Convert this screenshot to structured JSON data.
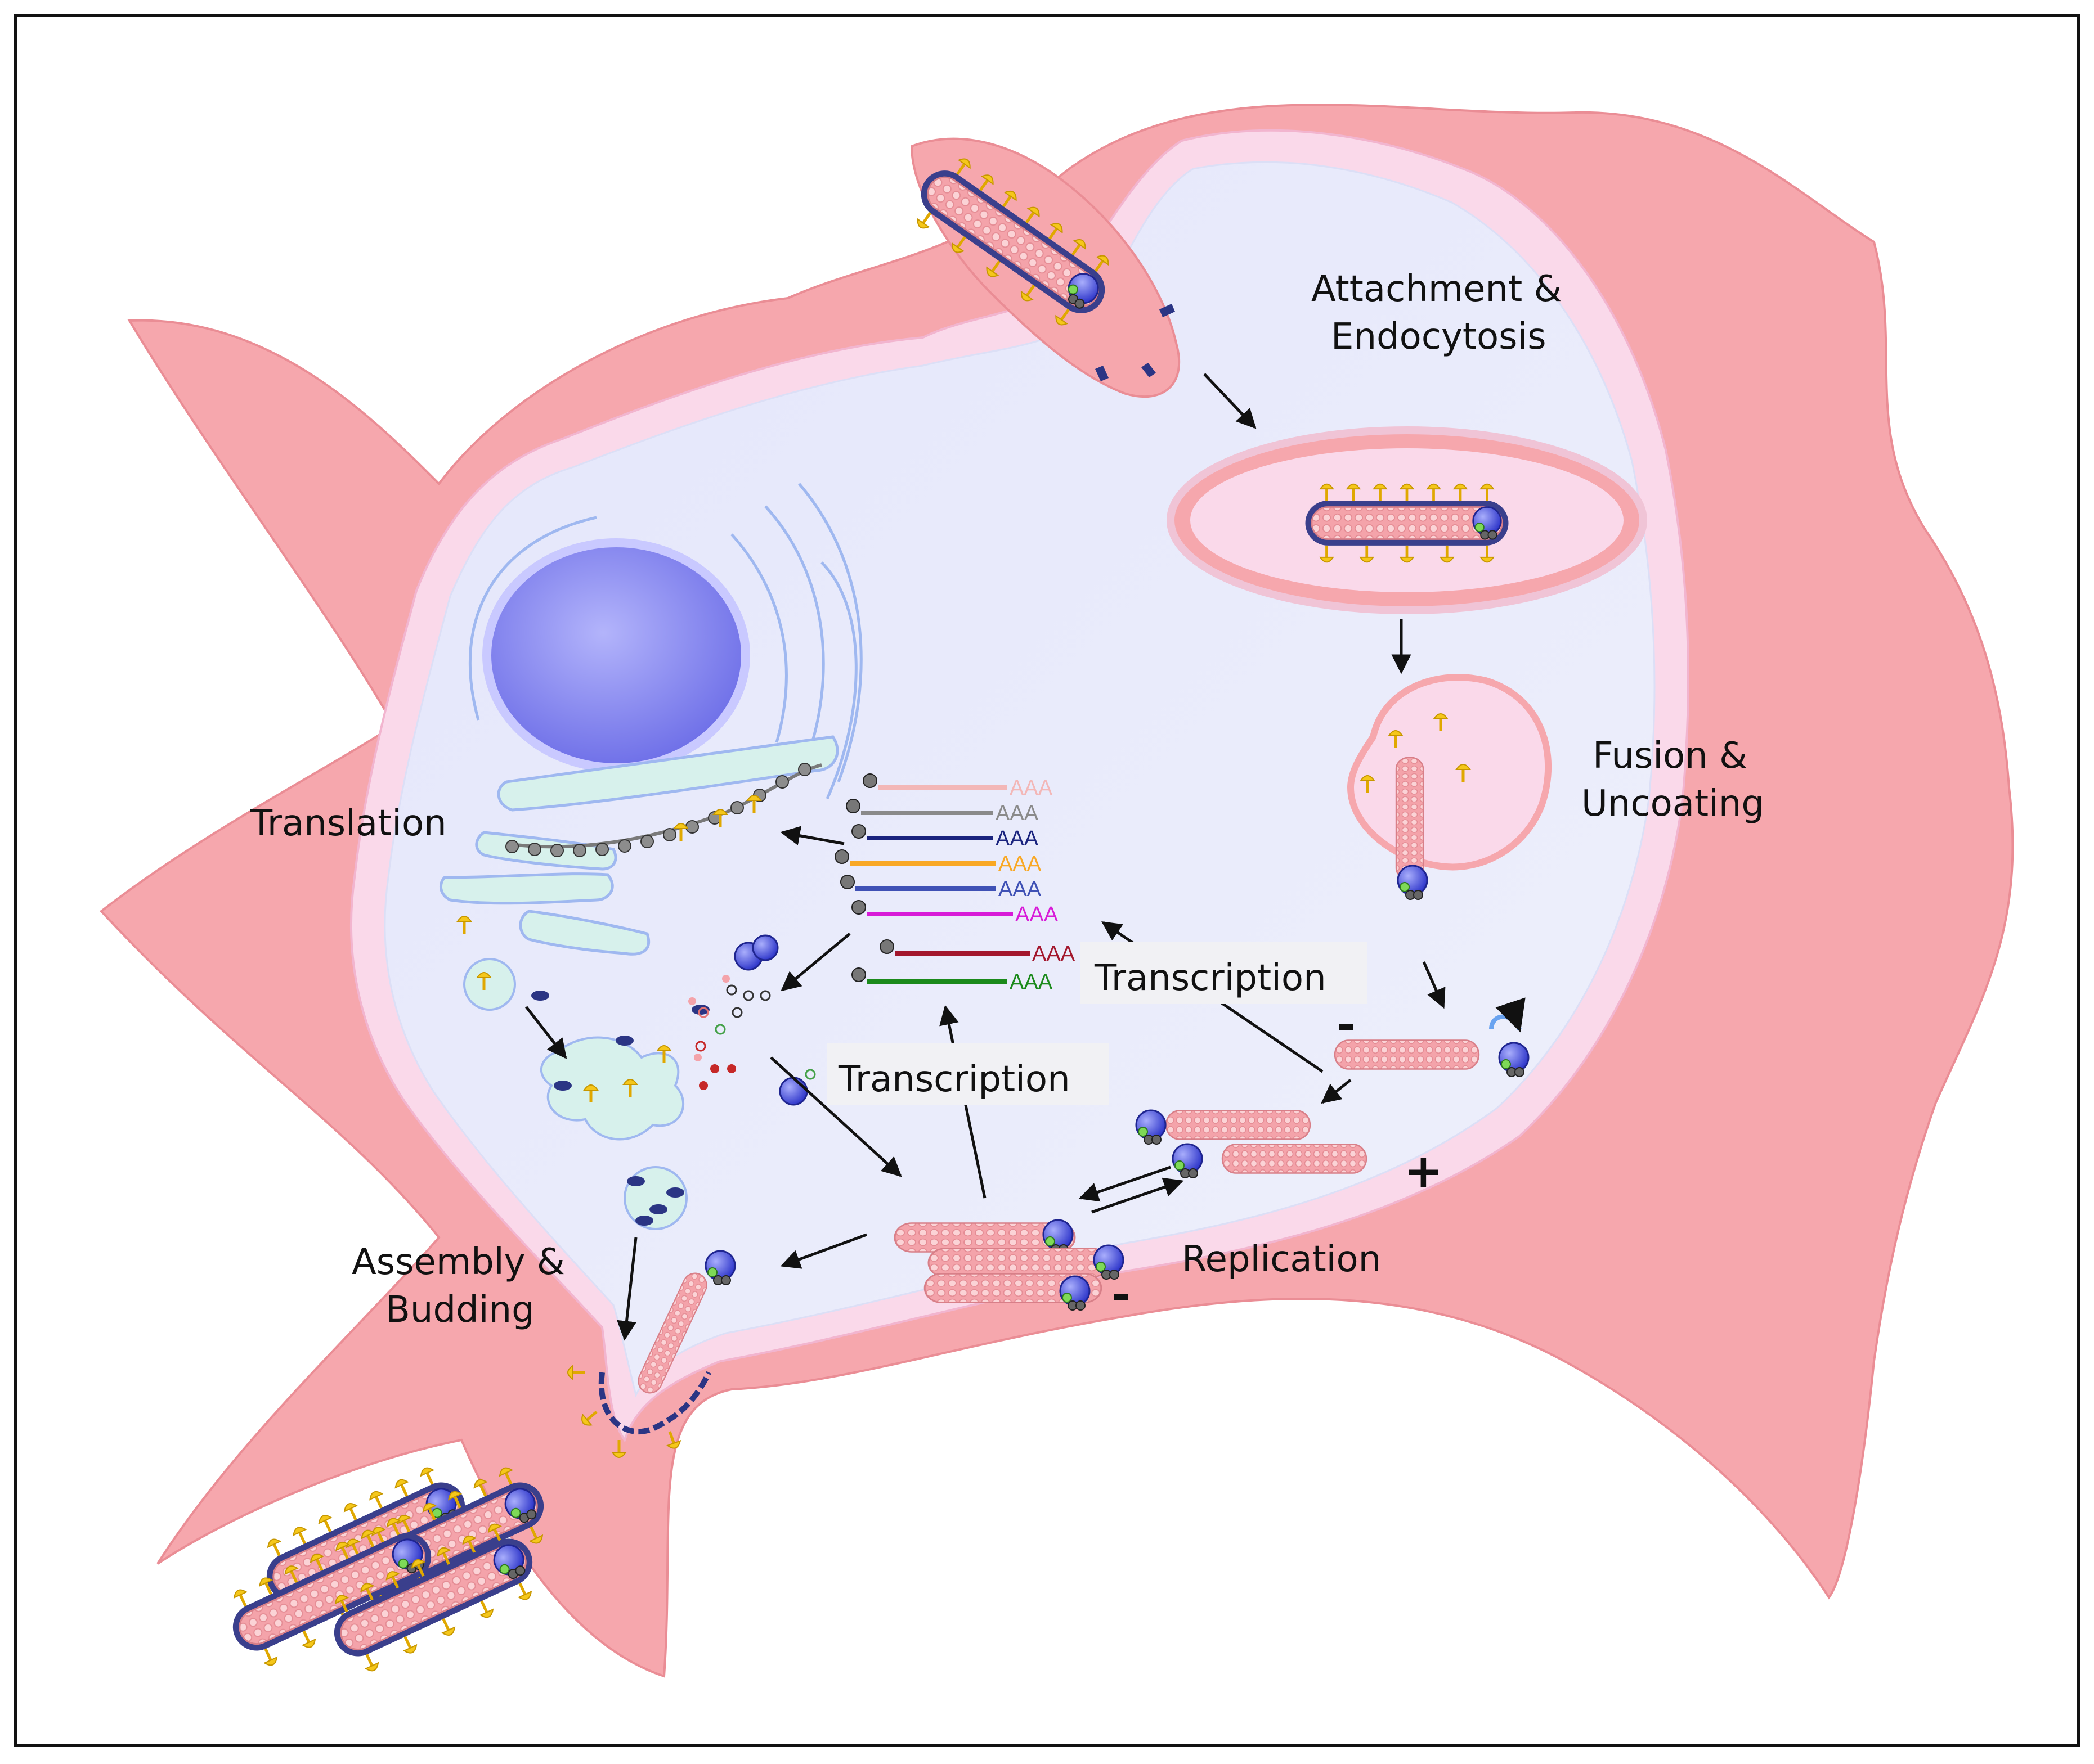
{
  "diagram": {
    "labels": {
      "attachment_line1": "Attachment &",
      "attachment_line2": "Endocytosis",
      "fusion_line1": "Fusion &",
      "fusion_line2": "Uncoating",
      "translation": "Translation",
      "transcription_upper": "Transcription",
      "transcription_lower": "Transcription",
      "assembly_line1": "Assembly &",
      "assembly_line2": "Budding",
      "replication": "Replication"
    },
    "signs": {
      "minus_uncoated": "-",
      "plus_antigenome": "+",
      "minus_genome": "-"
    },
    "mrna_polyA": [
      "AAA",
      "AAA",
      "AAA",
      "AAA",
      "AAA",
      "AAA",
      "AAA",
      "AAA"
    ],
    "mrna_colors": [
      "#f3b7b7",
      "#8a8a8a",
      "#1a237e",
      "#f9a825",
      "#3f51b5",
      "#d81bd8",
      "#a3172d",
      "#1b8a1b"
    ],
    "colors": {
      "cell": "#f6a7ad",
      "membrane_inner": "#f9d7ea",
      "cytoplasm": "#e9ebfb",
      "nucleus": "#8b8cf2",
      "er": "#d7f1ec",
      "nucleocapsid": "#f2a7ad",
      "glycoprotein": "#f5c71a",
      "matrix": "#2b3584",
      "polymerase": "#3840d8"
    }
  }
}
